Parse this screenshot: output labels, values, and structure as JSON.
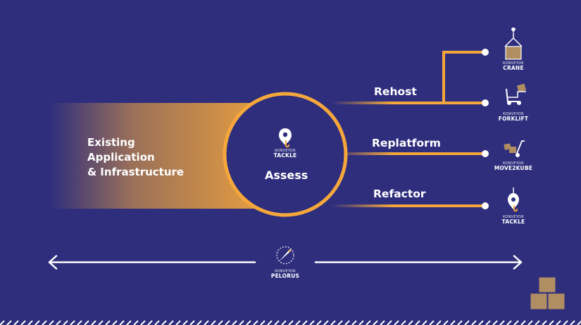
{
  "colors": {
    "background": "#2e2e7d",
    "accent": "#f5a73b",
    "dot": "#ffffff",
    "box": "#b08d62"
  },
  "left_block": {
    "lines": [
      "Existing",
      "Application",
      "& Infrastructure"
    ]
  },
  "center": {
    "brand": "KONVEYOR",
    "tool": "TACKLE",
    "label": "Assess",
    "icon": "hook-icon"
  },
  "routes": [
    {
      "label": "Rehost"
    },
    {
      "label": "Replatform"
    },
    {
      "label": "Refactor"
    }
  ],
  "tools": [
    {
      "brand": "KONVEYOR",
      "name": "CRANE",
      "icon": "crane-box-icon"
    },
    {
      "brand": "KONVEYOR",
      "name": "FORKLIFT",
      "icon": "forklift-icon"
    },
    {
      "brand": "KONVEYOR",
      "name": "MOVE2KUBE",
      "icon": "hand-truck-icon"
    },
    {
      "brand": "KONVEYOR",
      "name": "TACKLE",
      "icon": "hook-icon"
    }
  ],
  "bottom": {
    "brand": "KONVEYOR",
    "name": "PELORUS",
    "icon": "compass-needle-icon"
  }
}
